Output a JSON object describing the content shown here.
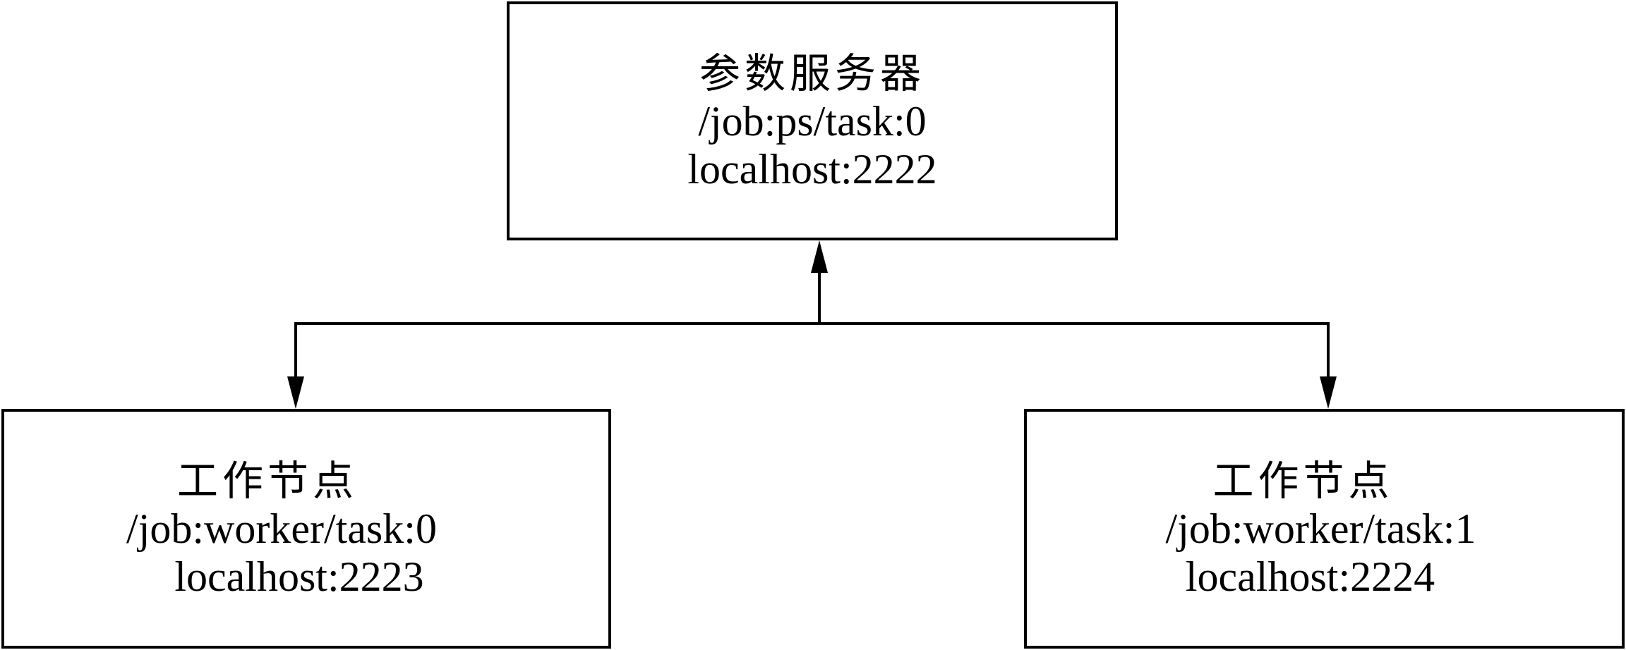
{
  "nodes": {
    "ps": {
      "title": "参数服务器",
      "job": "/job:ps/task:0",
      "host": "localhost:2222"
    },
    "worker0": {
      "title": "工作节点",
      "job": "/job:worker/task:0",
      "host": "localhost:2223"
    },
    "worker1": {
      "title": "工作节点",
      "job": "/job:worker/task:1",
      "host": "localhost:2224"
    }
  },
  "colors": {
    "stroke": "#000000",
    "background": "#ffffff"
  }
}
